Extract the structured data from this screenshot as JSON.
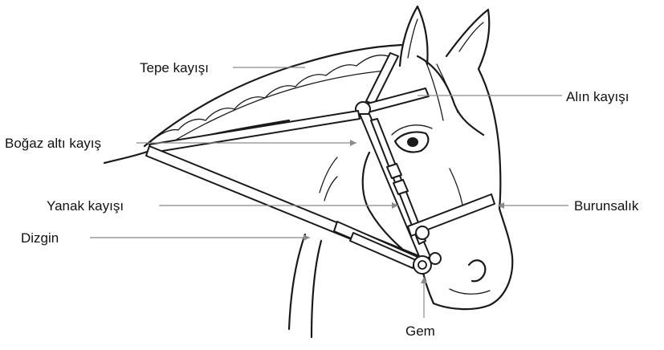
{
  "labels": {
    "tepe_kayisi": "Tepe kayışı",
    "alin_kayisi": "Alın kayışı",
    "bogaz_alti_kayis": "Boğaz altı kayış",
    "yanak_kayisi": "Yanak kayışı",
    "burunsalik": "Burunsalık",
    "dizgin": "Dizgin",
    "gem": "Gem"
  },
  "colors": {
    "ink": "#1a1a1a",
    "leader": "#8a8a8a",
    "background": "#ffffff"
  }
}
